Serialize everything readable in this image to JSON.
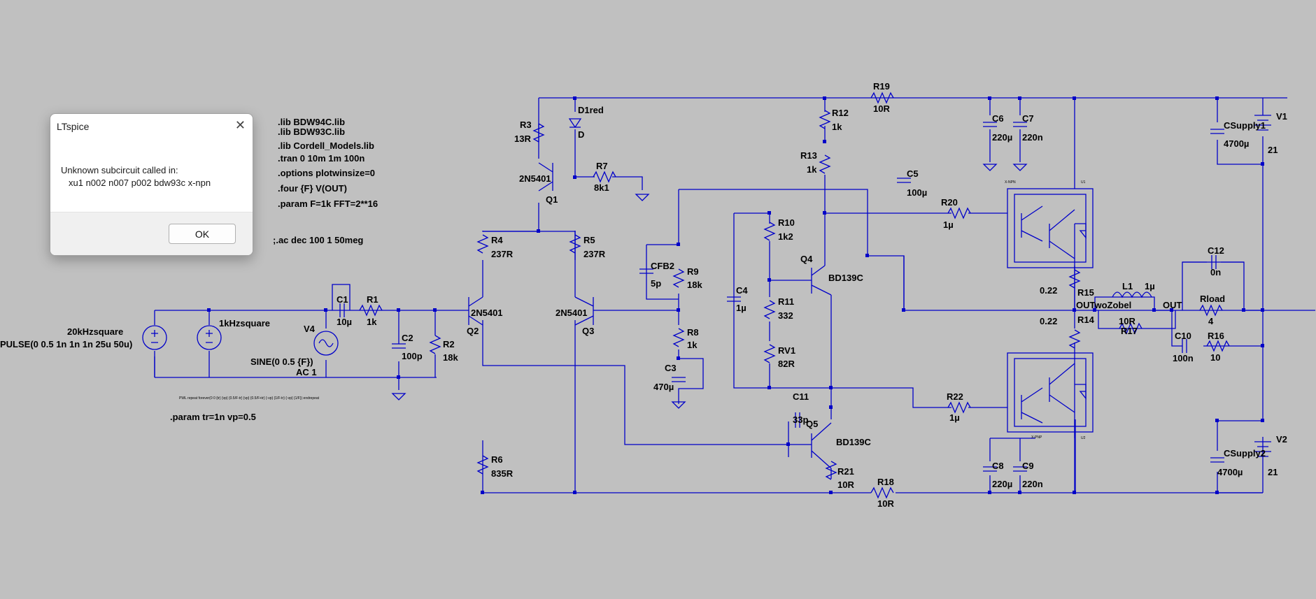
{
  "dialog": {
    "title": "LTspice",
    "close": "✕",
    "message_line1": "Unknown subcircuit called in:",
    "message_line2": "xu1 n002 n007 p002 bdw93c x-npn",
    "ok": "OK"
  },
  "directives": [
    ".lib BDW94C.lib",
    ".lib BDW93C.lib",
    ".lib Cordell_Models.lib",
    ".tran 0 10m 1m 100n",
    ".options plotwinsize=0",
    ".four {F} V(OUT)",
    ".param F=1k FFT=2**16",
    ";.ac dec 100 1 50meg",
    ".param tr=1n vp=0.5"
  ],
  "pwl_note": "PWL repeat forever(0 0 {tr} {vp} {0.5/F-tr} {vp} {0.5/F+tr} {-vp} {1/F-tr} {-vp} {1/F}) endrepeat",
  "labels": {
    "src1": "20kHzsquare",
    "src1_value": "PULSE(0 0.5 1n 1n 1n 25u 50u)",
    "src2": "1kHzsquare",
    "v4": "V4",
    "v4_value": "SINE(0 0.5 {F})",
    "v4_ac": "AC 1",
    "c1": "C1",
    "c1v": "10µ",
    "r1": "R1",
    "r1v": "1k",
    "c2": "C2",
    "c2v": "100p",
    "r2": "R2",
    "r2v": "18k",
    "q2": "Q2",
    "q2m": "2N5401",
    "q3": "Q3",
    "q3m": "2N5401",
    "q1": "Q1",
    "q1m": "2N5401",
    "r3": "R3",
    "r3v": "13R",
    "d1": "D1red",
    "d1p": "D",
    "r7": "R7",
    "r7v": "8k1",
    "r4": "R4",
    "r4v": "237R",
    "r5": "R5",
    "r5v": "237R",
    "r6": "R6",
    "r6v": "835R",
    "cfb2": "CFB2",
    "cfb2v": "5p",
    "r9": "R9",
    "r9v": "18k",
    "r8": "R8",
    "r8v": "1k",
    "c3": "C3",
    "c3v": "470µ",
    "c4": "C4",
    "c4v": "1µ",
    "r10": "R10",
    "r10v": "1k2",
    "r11": "R11",
    "r11v": "332",
    "rv1": "RV1",
    "rv1v": "82R",
    "q4": "Q4",
    "q4m": "BD139C",
    "q5": "Q5",
    "q5m": "BD139C",
    "c11": "C11",
    "c11v": "33p",
    "r21": "R21",
    "r21v": "10R",
    "r12": "R12",
    "r12v": "1k",
    "r13": "R13",
    "r13v": "1k",
    "c5": "C5",
    "c5v": "100µ",
    "r19": "R19",
    "r19v": "10R",
    "r18": "R18",
    "r18v": "10R",
    "r20": "R20",
    "r20v": "1µ",
    "r22": "R22",
    "r22v": "1µ",
    "c6": "C6",
    "c6v": "220µ",
    "c7": "C7",
    "c7v": "220n",
    "c8": "C8",
    "c8v": "220µ",
    "c9": "C9",
    "c9v": "220n",
    "r15": "R15",
    "r15v": "0.22",
    "r14": "R14",
    "r14v": "0.22",
    "l1": "L1",
    "l1v": "1µ",
    "outz": "OUTwoZobel",
    "r17": "R17",
    "r17v": "10R",
    "out": "OUT",
    "c12": "C12",
    "c12v": "0n",
    "rload": "Rload",
    "rloadv": "4",
    "c10": "C10",
    "c10v": "100n",
    "r16": "R16",
    "r16v": "10",
    "cs1": "CSupply1",
    "cs1v": "4700µ",
    "cs2": "CSupply2",
    "cs2v": "4700µ",
    "v1": "V1",
    "v1v": "21",
    "v2": "V2",
    "v2v": "21",
    "u1": "X-NPN",
    "u1b": "U1",
    "u2": "X-PNP",
    "u2b": "U2"
  }
}
